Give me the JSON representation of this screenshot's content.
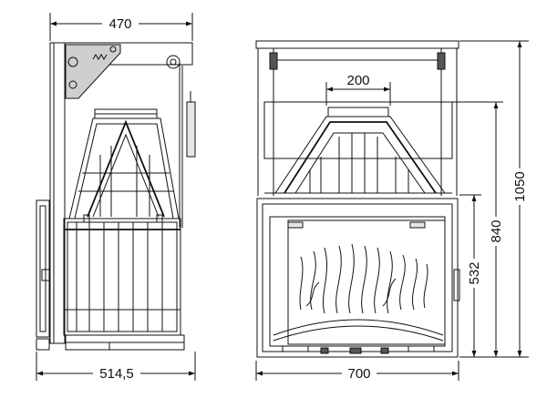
{
  "dimensions": {
    "side_top_width": "470",
    "side_bottom_depth": "514,5",
    "front_flue_width": "200",
    "front_width": "700",
    "front_total_height": "1050",
    "front_hood_height": "840",
    "front_door_height": "532"
  },
  "colors": {
    "line": "#111111",
    "fill_grey": "#cfcfcf",
    "background": "#ffffff"
  }
}
